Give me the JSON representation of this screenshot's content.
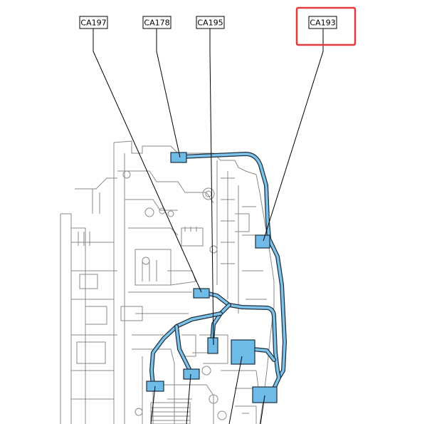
{
  "callouts": [
    {
      "id": "ca197",
      "label": "CA197",
      "highlighted": false
    },
    {
      "id": "ca178",
      "label": "CA178",
      "highlighted": false
    },
    {
      "id": "ca195",
      "label": "CA195",
      "highlighted": false
    },
    {
      "id": "ca193",
      "label": "CA193",
      "highlighted": true
    }
  ],
  "colors": {
    "highlight": "#e03a3a",
    "harness": "#7ec3ea",
    "connector": "#6fbbe8",
    "outline": "#1f2f3f",
    "engine": "#8a8a8a"
  }
}
